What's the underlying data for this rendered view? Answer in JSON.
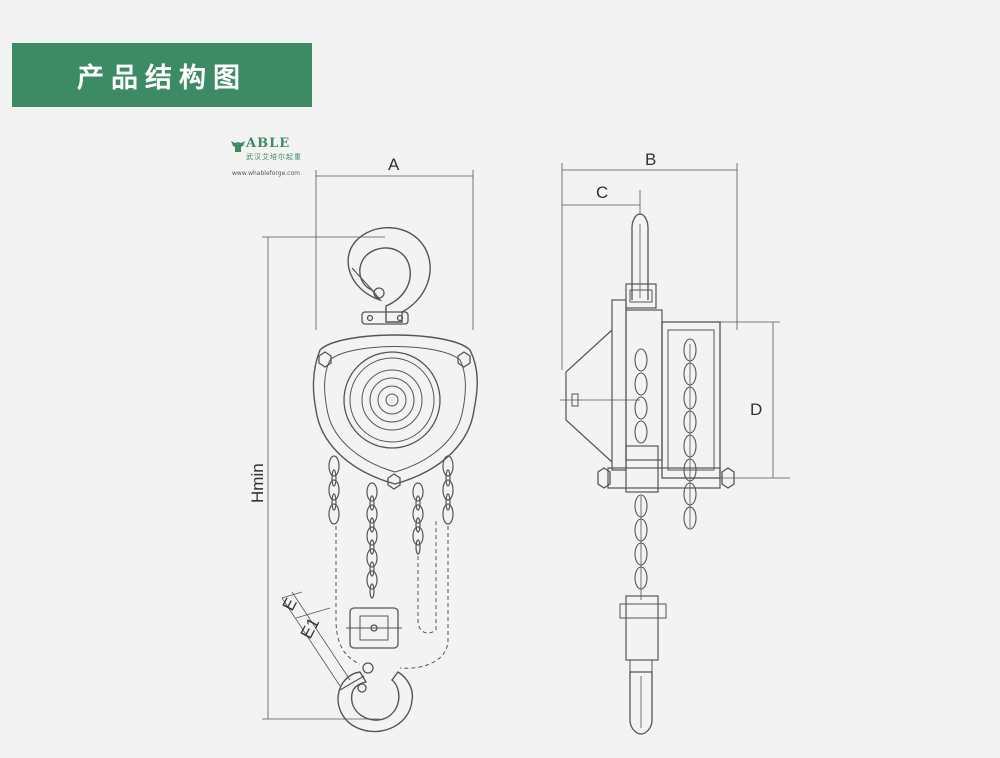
{
  "header": {
    "title": "产品结构图"
  },
  "logo": {
    "brand": "ABLE",
    "chinese_name": "武汉艾培尔起重",
    "url": "www.whableforge.com",
    "color": "#3c8b64"
  },
  "dimensions": {
    "A": "A",
    "B": "B",
    "C": "C",
    "D": "D",
    "Hmin": "Hmin",
    "E": "E",
    "E1": "E1"
  },
  "colors": {
    "banner": "#3c8b64",
    "line": "#555555",
    "background": "#f3f3f3"
  }
}
